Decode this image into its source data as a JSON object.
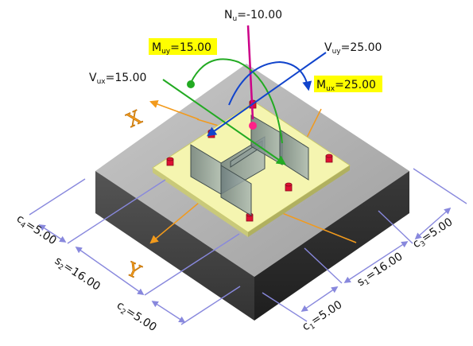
{
  "loads": {
    "nu": {
      "sym": "N",
      "sub": "u",
      "val": "=-10.00"
    },
    "muy": {
      "sym": "M",
      "sub": "uy",
      "val": "=15.00"
    },
    "vuy": {
      "sym": "V",
      "sub": "uy",
      "val": "=25.00"
    },
    "vux": {
      "sym": "V",
      "sub": "ux",
      "val": "=15.00"
    },
    "mux": {
      "sym": "M",
      "sub": "ux",
      "val": "=25.00"
    }
  },
  "axes": {
    "x": "X",
    "y": "Y"
  },
  "dims": {
    "c4": {
      "sym": "c",
      "sub": "4",
      "val": "=5.00"
    },
    "s2": {
      "sym": "s",
      "sub": "2",
      "val": "=16.00"
    },
    "c2": {
      "sym": "c",
      "sub": "2",
      "val": "=5.00"
    },
    "c1": {
      "sym": "c",
      "sub": "1",
      "val": "=5.00"
    },
    "s1": {
      "sym": "s",
      "sub": "1",
      "val": "=16.00"
    },
    "c3": {
      "sym": "c",
      "sub": "3",
      "val": "=5.00"
    }
  },
  "colors": {
    "highlight": "#ffff00",
    "plate": "#f5f5b0",
    "pedestal_top": "#b4b4b4",
    "pedestal_left": "#4a4a4a",
    "pedestal_right": "#2e2e2e",
    "axis": "#f29a1c",
    "dimension": "#8888dd",
    "axial_load": "#cc0088",
    "moment_y": "#22aa22",
    "moment_x": "#1144cc",
    "bolt": "#dd1133"
  }
}
